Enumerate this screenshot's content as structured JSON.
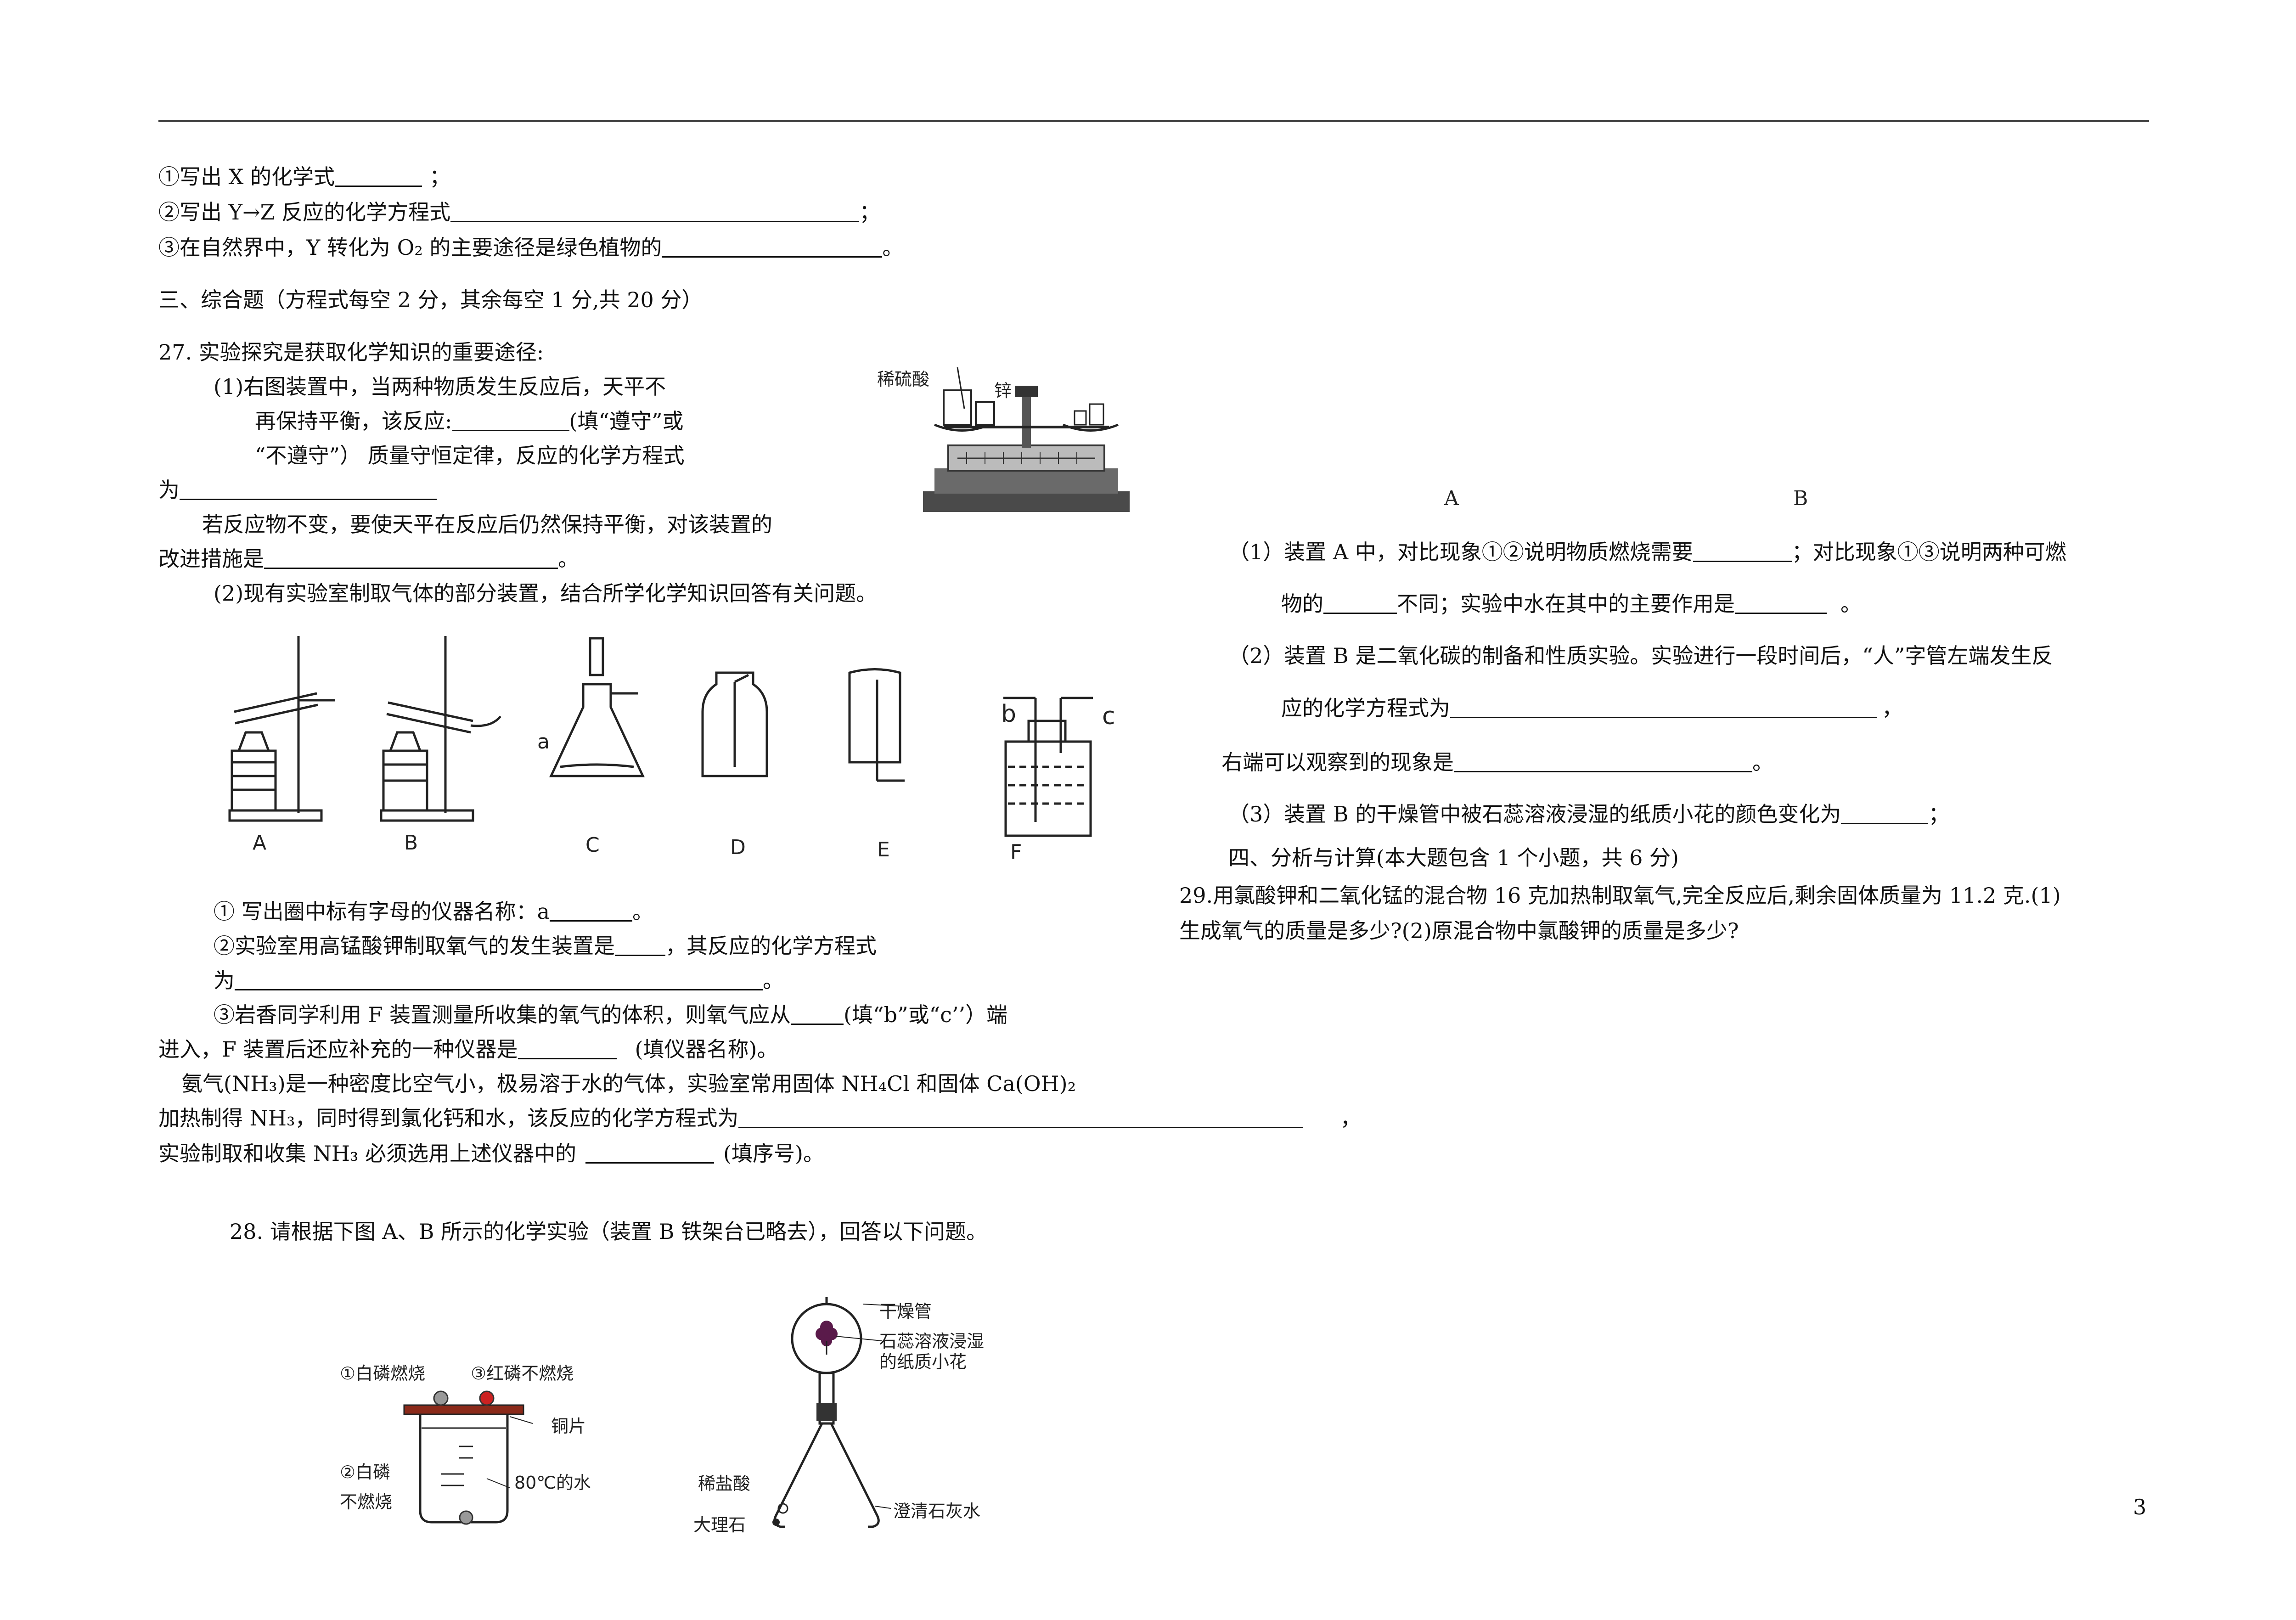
{
  "page_number": "3",
  "q26": {
    "line1": "①写出 X 的化学式",
    "line1_end": "；",
    "line2": "②写出 Y→Z 反应的化学方程式",
    "line2_end": "；",
    "line3": "③在自然界中，Y 转化为 O₂ 的主要途径是绿色植物的",
    "line3_end": "。"
  },
  "section3": "三、综合题（方程式每空 2 分，其余每空 1 分,共 20 分）",
  "q27": {
    "intro": "27. 实验探究是获取化学知识的重要途径:",
    "p1a": "(1)右图装置中，当两种物质发生反应后，天平不",
    "p1b": "再保持平衡，该反应:",
    "p1b_end": "(填“遵守”或",
    "p1c": "“不遵守”） 质量守恒定律，反应的化学方程式",
    "p1d": "为",
    "p2a": "若反应物不变，要使天平在反应后仍然保持平衡，对该装置的",
    "p2b": "改进措施是",
    "p2b_end": "。",
    "p3": "(2)现有实验室制取气体的部分装置，结合所学化学知识回答有关问题。",
    "balance_labels": [
      "稀硫酸",
      "锌"
    ],
    "apparatus_labels": [
      "A",
      "B",
      "C",
      "D",
      "E",
      "F"
    ],
    "flask_label": "a",
    "bottle_ports": [
      "b",
      "c"
    ],
    "s1": "①  写出圈中标有字母的仪器名称：a",
    "s1_end": "。",
    "s2": "②实验室用高锰酸钾制取氧气的发生装置是",
    "s2_mid": "，其反应的化学方程式",
    "s2b": "为",
    "s2b_end": "。",
    "s3": "③岩香同学利用 F 装置测量所收集的氧气的体积，则氧气应从",
    "s3_end": "(填“b”或“c’’）端",
    "s3b": "进入，F 装置后还应补充的一种仪器是",
    "s3b_end": "(填仪器名称)。",
    "nh3a": "氨气(NH₃)是一种密度比空气小，极易溶于水的气体，实验室常用固体 NH₄Cl 和固体 Ca(OH)₂",
    "nh3b": "加热制得 NH₃，同时得到氯化钙和水，该反应的化学方程式为",
    "nh3b_end": "，",
    "nh3c": "实验制取和收集 NH₃ 必须选用上述仪器中的",
    "nh3c_end": "(填序号)。"
  },
  "q28": {
    "intro": "28. 请根据下图 A、B 所示的化学实验（装置 B 铁架台已略去），回答以下问题。",
    "figA_labels": [
      "①白磷燃烧",
      "③红磷不燃烧",
      "铜片",
      "②白磷",
      "不燃烧",
      "80℃的水"
    ],
    "figB_labels": [
      "干燥管",
      "石蕊溶液浸湿",
      "的纸质小花",
      "稀盐酸",
      "大理石",
      "澄清石灰水"
    ],
    "fig_letters": [
      "A",
      "B"
    ],
    "a1": "（1）装置 A 中，对比现象①②说明物质燃烧需要",
    "a1_mid": "；对比现象①③说明两种可燃",
    "a1b": "物的",
    "a1b_mid": "不同；实验中水在其中的主要作用是",
    "a1b_end": "。",
    "a2": "（2）装置 B 是二氧化碳的制备和性质实验。实验进行一段时间后，“人”字管左端发生反",
    "a2b": "应的化学方程式为",
    "a2b_end": "，",
    "a2c": "右端可以观察到的现象是",
    "a2c_end": "。",
    "a3": "（3）装置 B 的干燥管中被石蕊溶液浸湿的纸质小花的颜色变化为",
    "a3_end": "；"
  },
  "section4": "四、分析与计算(本大题包含 1 个小题，共 6 分)",
  "q29": {
    "line1": "29.用氯酸钾和二氧化锰的混合物 16 克加热制取氧气,完全反应后,剩余固体质量为 11.2 克.(1)",
    "line2": "生成氧气的质量是多少?(2)原混合物中氯酸钾的质量是多少?"
  }
}
